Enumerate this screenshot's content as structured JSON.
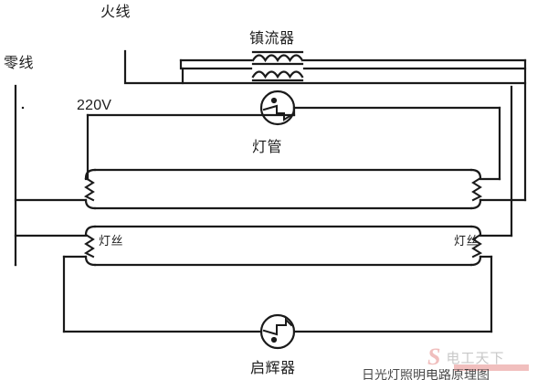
{
  "diagram": {
    "title_caption": "日光灯照明电路原理图",
    "labels": {
      "live_wire": "火线",
      "neutral_wire": "零线",
      "ballast": "镇流器",
      "voltage": "220V",
      "lamp_tube": "灯管",
      "filament_left": "灯丝",
      "filament_right": "灯丝",
      "starter": "启辉器"
    },
    "components": [
      {
        "name": "ballast",
        "symbol": "inductor-coil-pair",
        "label": "镇流器"
      },
      {
        "name": "lamp-tube",
        "symbol": "fluorescent-tube",
        "label": "灯管"
      },
      {
        "name": "filament-left",
        "symbol": "zigzag-coil",
        "label": "灯丝"
      },
      {
        "name": "filament-right",
        "symbol": "zigzag-coil",
        "label": "灯丝"
      },
      {
        "name": "starter-top",
        "symbol": "glow-starter-circle",
        "label": ""
      },
      {
        "name": "starter-bottom",
        "symbol": "glow-starter-circle",
        "label": "启辉器"
      }
    ],
    "colors": {
      "wire": "#1a1a1a",
      "background": "#ffffff",
      "text": "#1d1d1d",
      "watermark": "#d02b28"
    },
    "watermark": {
      "mark": "S",
      "text": "电工天下"
    }
  }
}
